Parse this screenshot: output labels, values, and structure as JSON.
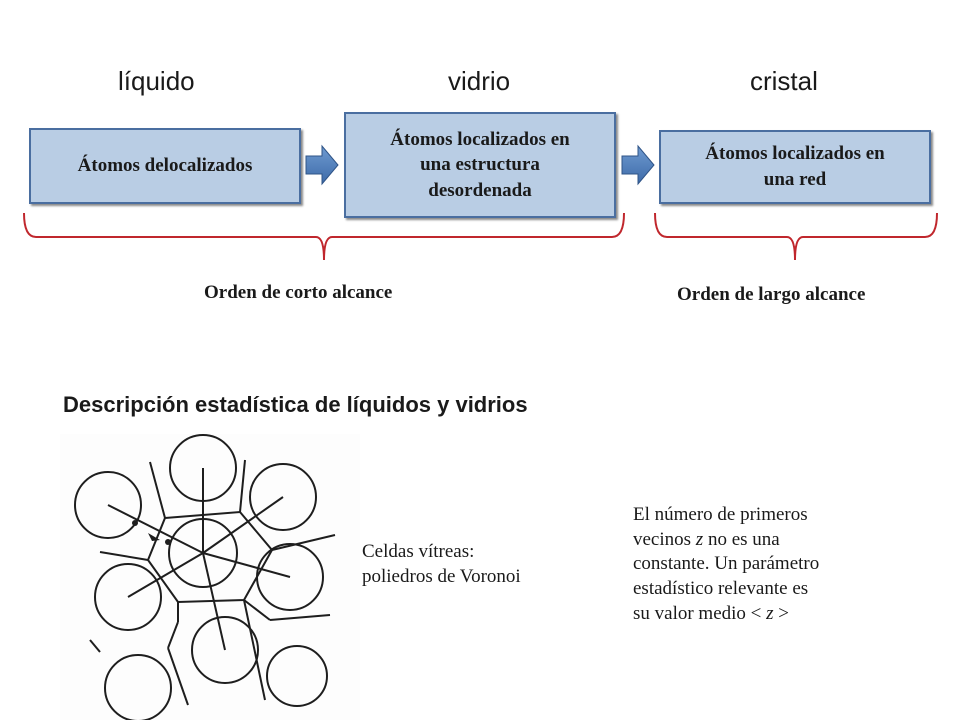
{
  "states": {
    "liquid": "líquido",
    "glass": "vidrio",
    "crystal": "cristal"
  },
  "boxes": {
    "delocalized": "Átomos delocalizados",
    "disordered_line1": "Átomos localizados en",
    "disordered_line2": "una estructura",
    "disordered_line3": "desordenada",
    "network_line1": "Átomos localizados en",
    "network_line2": "una red"
  },
  "orders": {
    "short_range": "Orden de corto alcance",
    "long_range": "Orden de largo alcance"
  },
  "section_title": "Descripción estadística de líquidos y vidrios",
  "voronoi_caption": {
    "line1": "Celdas vítreas:",
    "line2": "poliedros de Voronoi"
  },
  "z_note": {
    "line1": "El número de primeros",
    "line2_prefix": "vecinos ",
    "line2_var": "z",
    "line2_suffix": " no es una",
    "line3": "constante. Un parámetro",
    "line4": "estadístico relevante es",
    "line5_prefix": "su valor medio < ",
    "line5_var": "z",
    "line5_suffix": " >"
  },
  "colors": {
    "box_fill": "#b9cde4",
    "box_border": "#4a6ea0",
    "arrow": "#4f81bd",
    "brace": "#c0272d"
  }
}
